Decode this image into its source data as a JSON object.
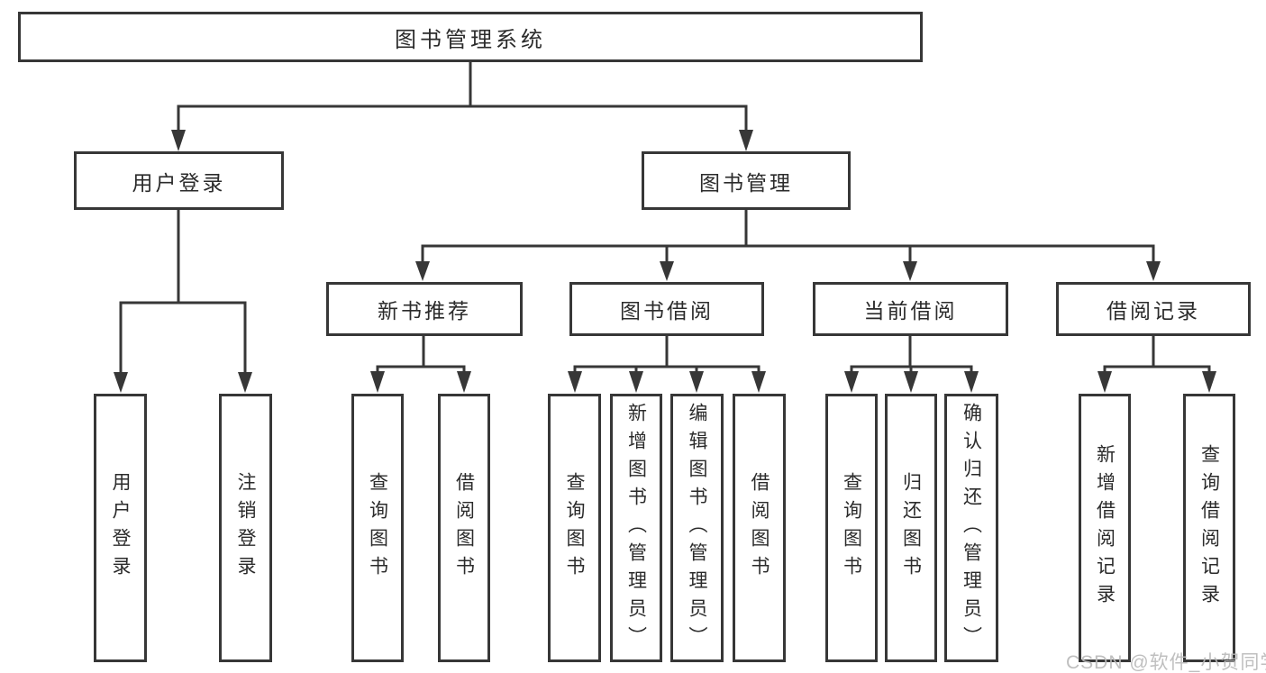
{
  "nodes": {
    "root": "图书管理系统",
    "userLogin": "用户登录",
    "bookMgmt": "图书管理",
    "newBookRec": "新书推荐",
    "bookBorrow": "图书借阅",
    "currentBorrow": "当前借阅",
    "borrowRecords": "借阅记录",
    "leafUserLogin": "用户登录",
    "leafLogout": "注销登录",
    "leafNbrQuery": "查询图书",
    "leafNbrBorrow": "借阅图书",
    "leafBbQuery": "查询图书",
    "leafBbAdd": "新增图书（管理员）",
    "leafBbEdit": "编辑图书（管理员）",
    "leafBbBorrow": "借阅图书",
    "leafCbQuery": "查询图书",
    "leafCbReturn": "归还图书",
    "leafCbConfirm": "确认归还（管理员）",
    "leafBrAdd": "新增借阅记录",
    "leafBrQuery": "查询借阅记录"
  },
  "watermark": "CSDN @软件_小贺同学",
  "colors": {
    "line": "#373737",
    "text": "#2b2b2b",
    "watermark": "#bababa"
  }
}
